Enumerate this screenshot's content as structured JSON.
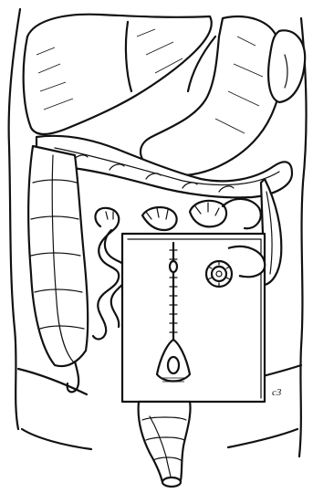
{
  "figure": {
    "artist_initials": "c3",
    "structures": [
      "liver",
      "stomach",
      "spleen",
      "transverse-colon",
      "ascending-colon",
      "descending-colon",
      "small-intestine-loops",
      "stoma",
      "sigmoid-colon",
      "abdominal-wall-outline"
    ],
    "overlay": "rectangular-surgical-drape",
    "ink_color": "#111111",
    "background_color": "#ffffff"
  }
}
